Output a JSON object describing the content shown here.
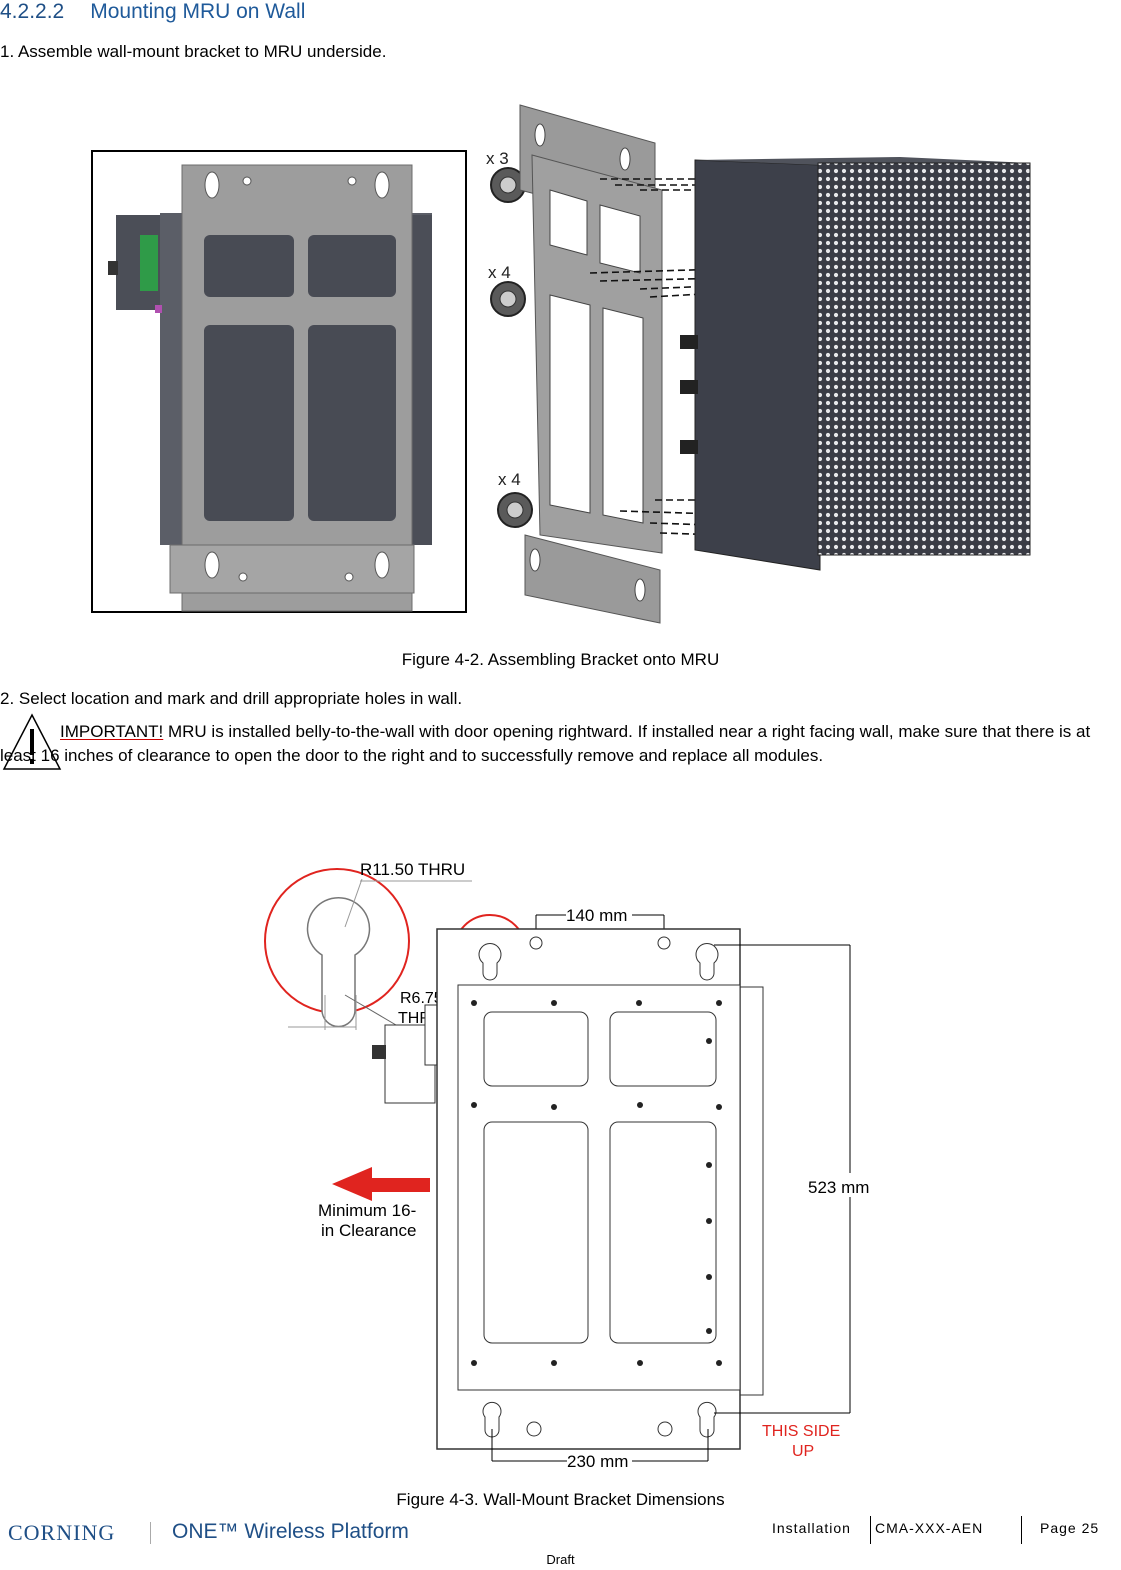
{
  "section": {
    "number": "4.2.2.2",
    "title": "Mounting MRU on Wall"
  },
  "step1": "1.  Assemble wall-mount bracket to MRU underside.",
  "figure1": {
    "caption": "Figure 4-2. Assembling Bracket onto MRU",
    "screw_labels": [
      "x 3",
      "x 4",
      "x 4"
    ]
  },
  "step2": "2.  Select location and mark and drill appropriate holes in wall.",
  "important": {
    "label": "IMPORTANT!",
    "text": " MRU is installed belly-to-the-wall with door opening rightward.   If installed near a right facing wall, make sure that there is at least 16 inches of clearance to open the door to the right and to successfully remove and replace all modules."
  },
  "figure2": {
    "caption": "Figure 4-3. Wall-Mount Bracket Dimensions",
    "label_r1150": "R11.50 THRU",
    "label_r675_a": "R6.75",
    "label_r675_b": "THRU",
    "label_140": "140 mm",
    "label_523": "523 mm",
    "label_230": "230 mm",
    "clearance_a": "Minimum 16-",
    "clearance_b": "in Clearance",
    "side_up_a": "THIS SIDE",
    "side_up_b": "UP"
  },
  "footer": {
    "brand": "CORNING",
    "product": "ONE™ Wireless Platform",
    "section": "Installation",
    "doc_id": "CMA-XXX-AEN",
    "page": "Page 25",
    "status": "Draft"
  },
  "colors": {
    "heading": "#1f5a9a",
    "alert_red": "#e0241f",
    "brand_blue": "#1f4f86",
    "dark_panel": "#3b3e47",
    "bracket_gray": "#9a9a9a"
  }
}
